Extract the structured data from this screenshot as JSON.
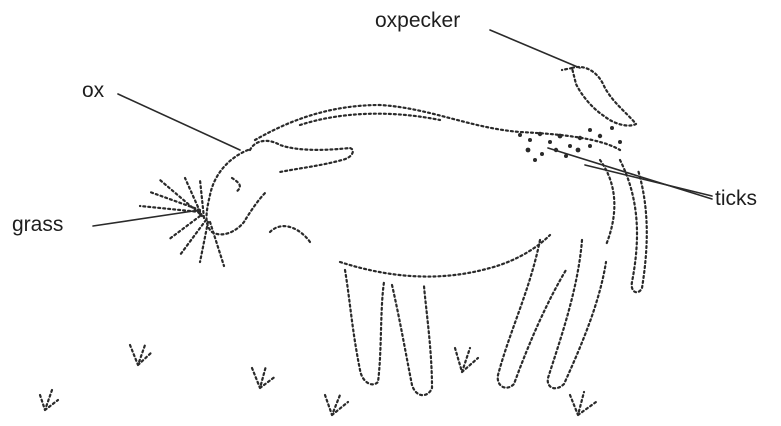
{
  "labels": {
    "ox": "ox",
    "oxpecker": "oxpecker",
    "ticks": "ticks",
    "grass": "grass"
  },
  "colors": {
    "ink": "#2a2a2a",
    "background": "#ffffff"
  }
}
